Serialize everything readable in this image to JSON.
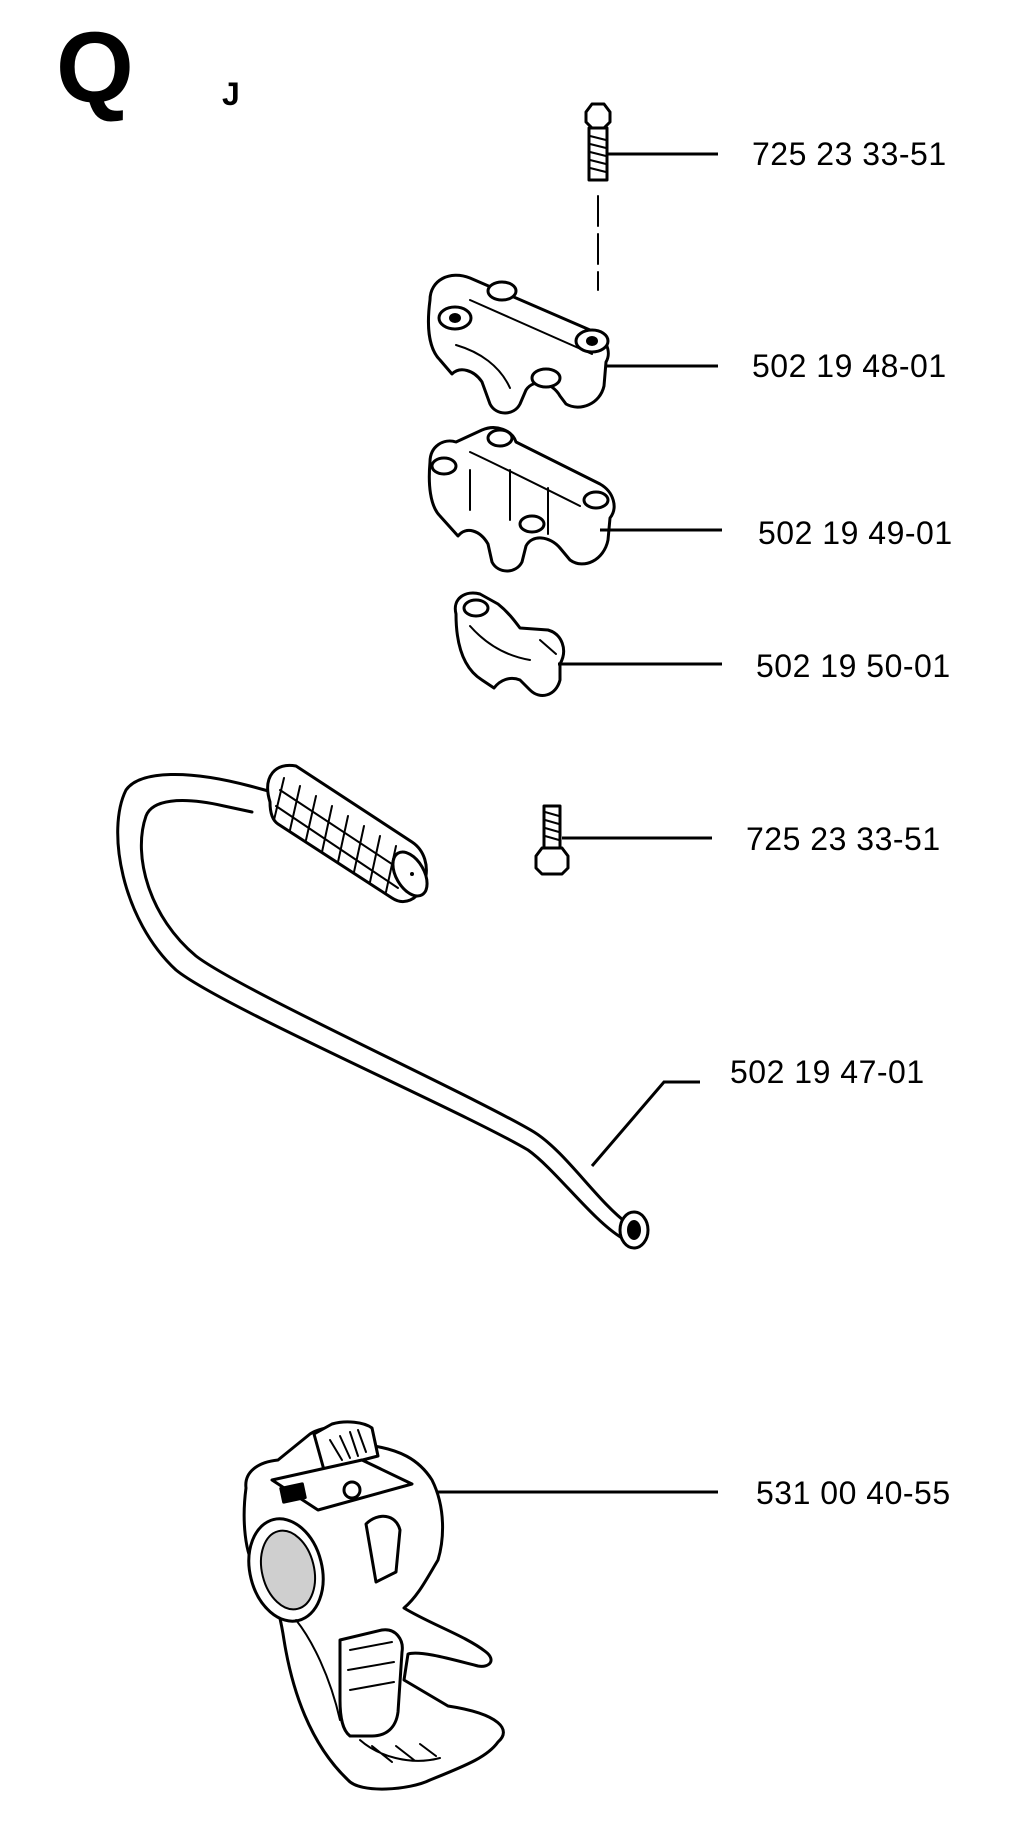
{
  "header": {
    "section_letter": "Q",
    "sub_letter": "J"
  },
  "parts": [
    {
      "part_number": "725 23 33-51",
      "icon": "bolt-icon"
    },
    {
      "part_number": "502 19 48-01",
      "icon": "clamp-top-icon"
    },
    {
      "part_number": "502 19 49-01",
      "icon": "clamp-bracket-icon"
    },
    {
      "part_number": "502 19 50-01",
      "icon": "clamp-half-icon"
    },
    {
      "part_number": "725 23 33-51",
      "icon": "screw-icon"
    },
    {
      "part_number": "502 19 47-01",
      "icon": "handle-bar-icon"
    },
    {
      "part_number": "531 00 40-55",
      "icon": "throttle-handle-icon"
    }
  ]
}
